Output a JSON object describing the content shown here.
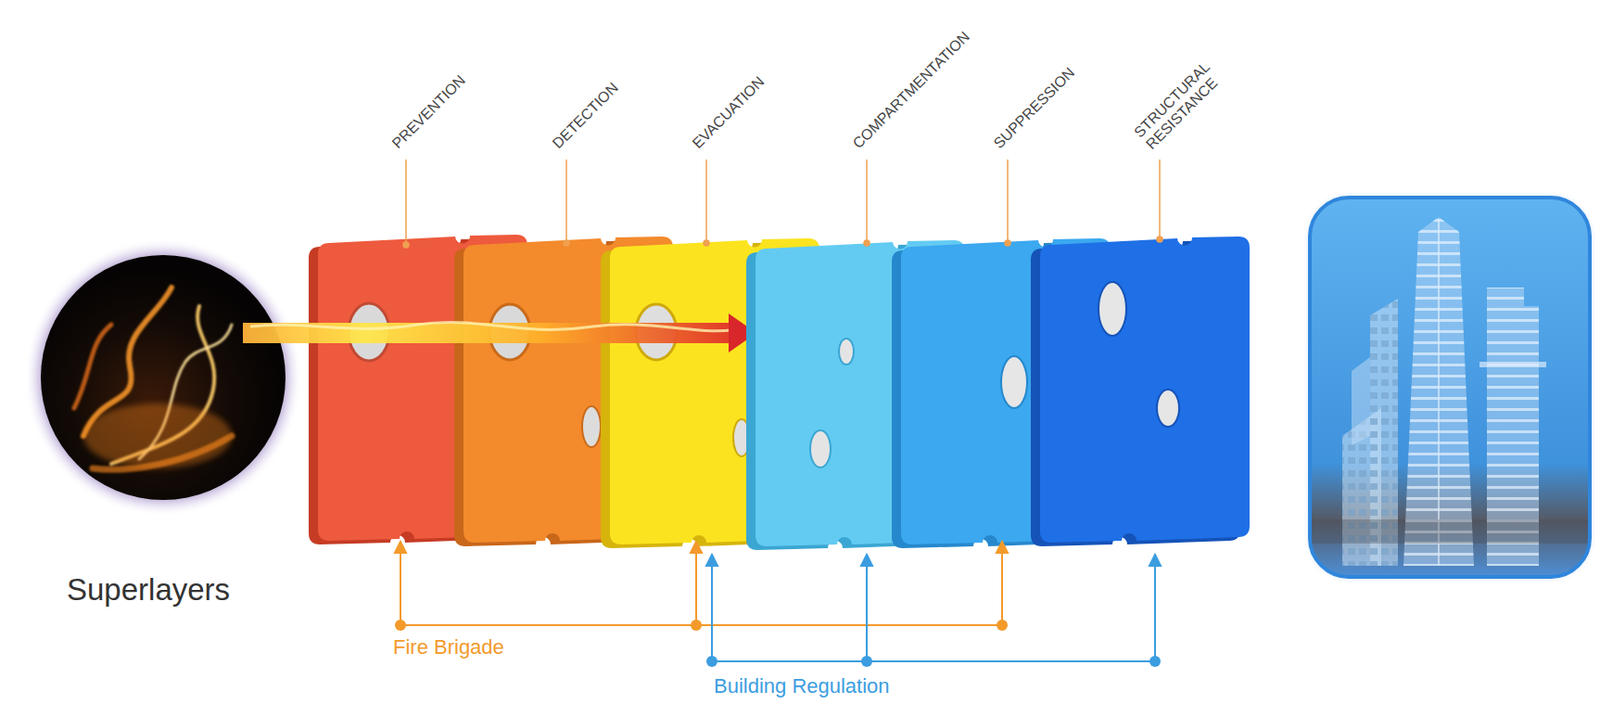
{
  "diagram": {
    "labels": [
      "Superlayers",
      "PREVENTION",
      "DETECTION",
      "EVACUATION",
      "COMPARTMENTATION",
      "SUPPRESSION",
      "STRUCTURAL RESISTANCE",
      "Fire Brigade",
      "Building Regulation"
    ]
  }
}
